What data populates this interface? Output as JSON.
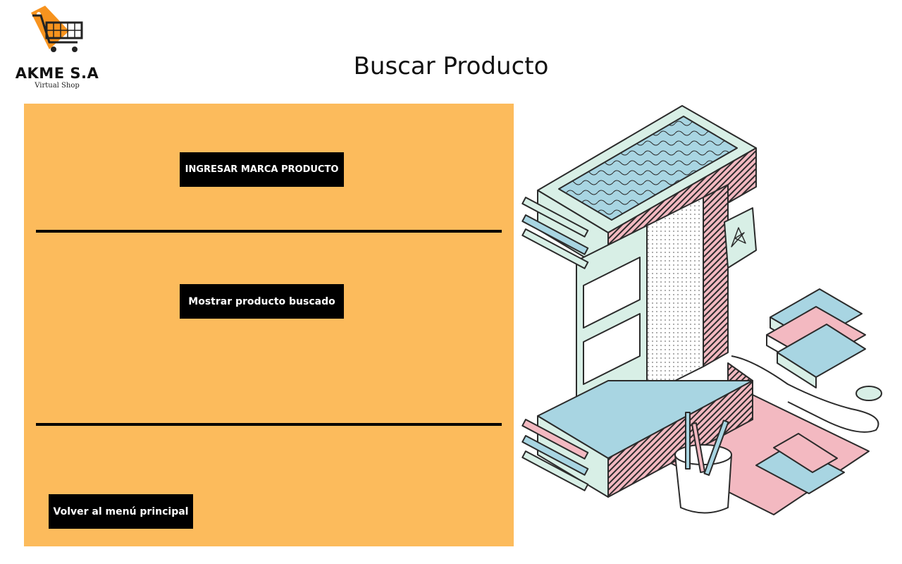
{
  "logo": {
    "name": "AKME S.A",
    "tagline": "Virtual Shop",
    "icon": "shopping-cart-icon",
    "accent_color": "#f7931e"
  },
  "header": {
    "title": "Buscar Producto"
  },
  "panel": {
    "background_color": "#fcbb5c",
    "buttons": {
      "brand_input_label": "INGRESAR MARCA PRODUCTO",
      "show_product_label": "Mostrar producto buscado",
      "back_to_menu_label": "Volver al menú principal"
    }
  },
  "illustration": {
    "subject": "isometric-letter-i",
    "colors": {
      "mint": "#d8efe6",
      "blue": "#a8d5e2",
      "pink": "#f3b9c1",
      "outline": "#2b2b2b"
    }
  }
}
